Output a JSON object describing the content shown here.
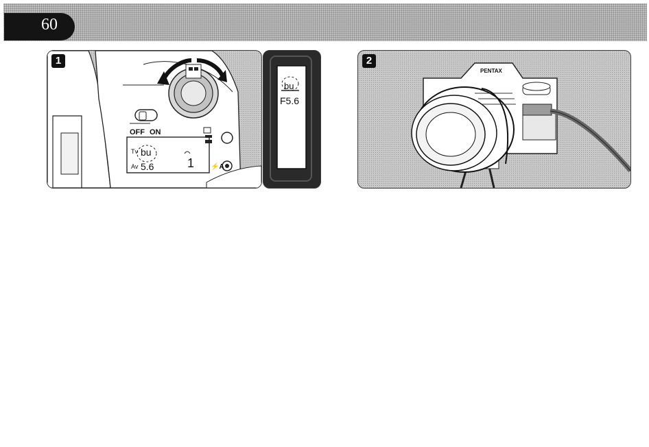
{
  "page": {
    "number": "60"
  },
  "step1": {
    "badge": "1",
    "switch_off": "OFF",
    "switch_on": "ON",
    "lcd_tv": "Tv",
    "lcd_bulb": "bu",
    "lcd_av": "Av",
    "lcd_aperture": "5.6",
    "lcd_counter": "1",
    "flash_label": "⚡A",
    "finder_bulb": "bu",
    "finder_aperture": "F5.6"
  },
  "step2": {
    "badge": "2",
    "brand": "PENTAX"
  }
}
